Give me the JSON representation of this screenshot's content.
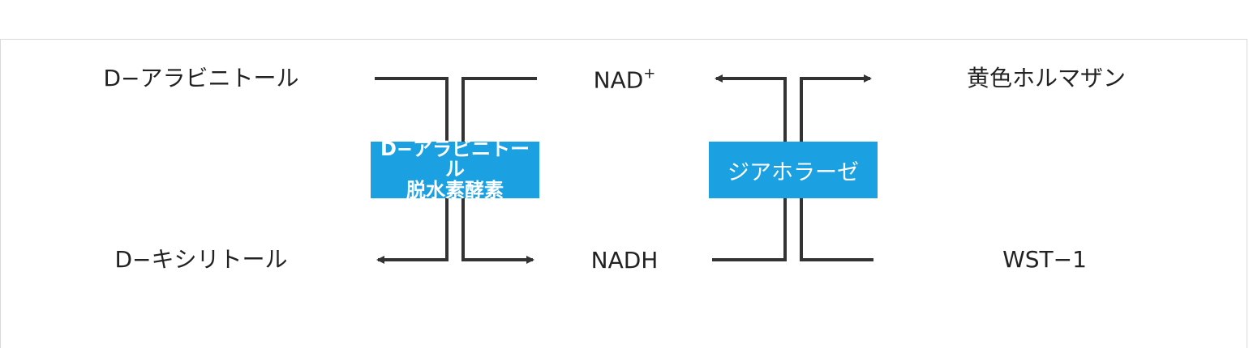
{
  "substrates": {
    "top_left": "D−アラビニトール",
    "bottom_left": "D−キシリトール",
    "cofactor_oxidized": "NAD",
    "cofactor_oxidized_charge": "+",
    "cofactor_reduced": "NADH",
    "top_right": "黄色ホルマザン",
    "bottom_right": "WST−1"
  },
  "enzymes": {
    "enzyme1_line1": "D−アラビニトール",
    "enzyme1_line2": "脱水素酵素",
    "enzyme2": "ジアホラーゼ"
  },
  "colors": {
    "enzyme_fill": "#1ba1e2",
    "line_color": "#333333",
    "text_color": "#222222"
  }
}
